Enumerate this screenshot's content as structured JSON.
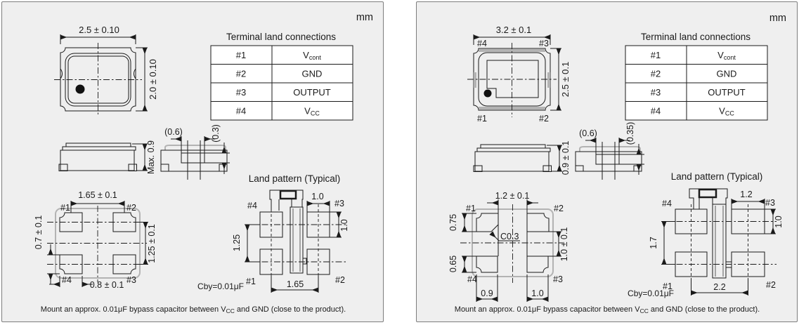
{
  "unit_label": "mm",
  "land_pattern_title": "Land pattern (Typical)",
  "cap_label": "Cby=0.01μF",
  "terminal_table": {
    "title": "Terminal land connections",
    "rows": [
      {
        "pin": "#1",
        "signal": "V",
        "signal_sub": "cont"
      },
      {
        "pin": "#2",
        "signal": "GND",
        "signal_sub": ""
      },
      {
        "pin": "#3",
        "signal": "OUTPUT",
        "signal_sub": ""
      },
      {
        "pin": "#4",
        "signal": "V",
        "signal_sub": "CC"
      }
    ]
  },
  "bypass_note": {
    "prefix": "Mount an approx. 0.01μF bypass capacitor between V",
    "sub": "CC",
    "suffix": " and GND (close to the product)."
  },
  "left_panel": {
    "package": {
      "width_dim": "2.5 ± 0.10",
      "height_dim": "2.0 ± 0.10"
    },
    "side_view": {
      "height_dim": "Max. 0.9"
    },
    "end_view": {
      "width_dim": "(0.6)",
      "pad_dim": "(0.3)"
    },
    "land": {
      "pitch_x_dim": "1.65 ± 0.1",
      "pad_height_dim": "0.7 ± 0.1",
      "pitch_y_dim": "1.25 ± 0.1",
      "pad_width_dim": "0.8 ± 0.1",
      "pin_tl": "#1",
      "pin_tr": "#2",
      "pin_bl": "#4",
      "pin_br": "#3"
    },
    "typical": {
      "pad_width_dim": "1.0",
      "pad_height_dim": "1.0",
      "pitch_y_dim": "1.25",
      "pitch_x_dim": "1.65",
      "pin_tl": "#4",
      "pin_tr": "#3",
      "pin_bl": "#1",
      "pin_br": "#2"
    }
  },
  "right_panel": {
    "package": {
      "width_dim": "3.2 ± 0.1",
      "height_dim": "2.5 ± 0.1",
      "pin_tl": "#4",
      "pin_tr": "#3",
      "pin_bl": "#1",
      "pin_br": "#2"
    },
    "side_view": {
      "height_dim": "0.9 ± 0.1"
    },
    "end_view": {
      "width_dim": "(0.6)",
      "pad_dim": "(0.35)"
    },
    "land": {
      "pitch_x_dim": "1.2 ± 0.1",
      "pad_height_top_dim": "0.75",
      "pad_height_bottom_dim": "0.65",
      "chamfer_label": "C0.3",
      "gap_dim": "1.0 ± 0.1",
      "pad_width_left_dim": "0.9",
      "pad_width_right_dim": "1.0",
      "pin_tl": "#1",
      "pin_tr": "#2",
      "pin_bl": "#4",
      "pin_br": "#3"
    },
    "typical": {
      "pad_width_dim": "1.2",
      "pad_height_dim": "1.0",
      "pitch_y_dim": "1.7",
      "pitch_x_dim": "2.2",
      "pin_tl": "#4",
      "pin_tr": "#3",
      "pin_bl": "#1",
      "pin_br": "#2"
    }
  }
}
